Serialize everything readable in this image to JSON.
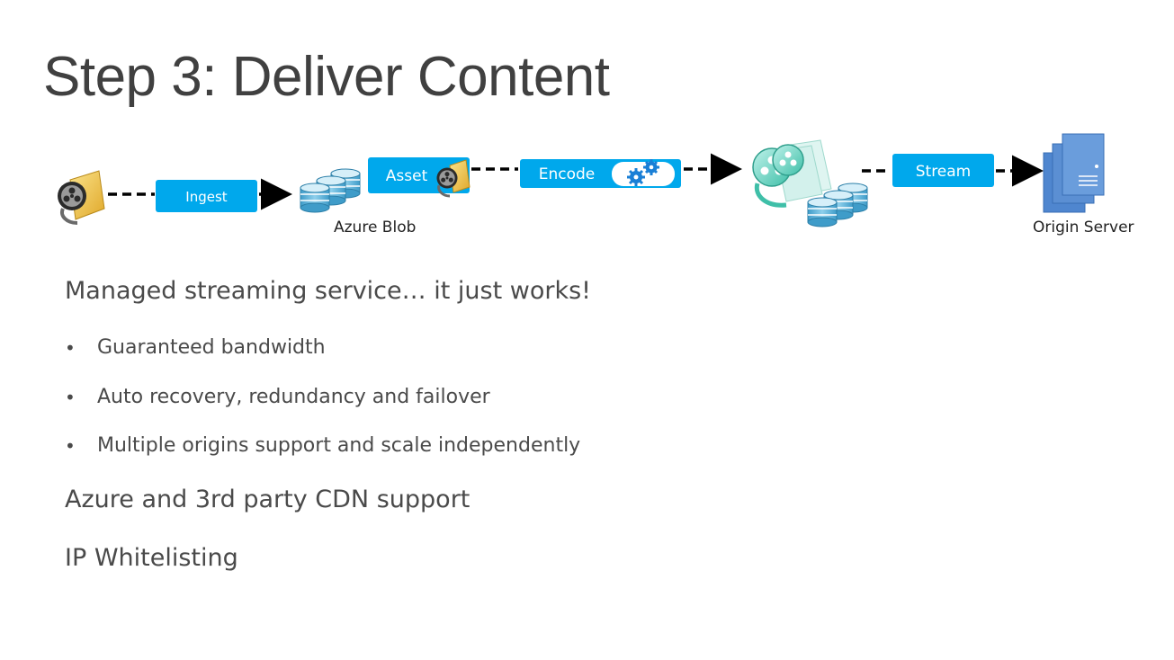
{
  "slide": {
    "title": "Step 3: Deliver Content"
  },
  "pipeline": {
    "steps": {
      "ingest": "Ingest",
      "asset": "Asset",
      "encode": "Encode",
      "stream": "Stream"
    },
    "labels": {
      "azure_blob": "Azure Blob",
      "origin_server": "Origin Server"
    },
    "colors": {
      "pill": "#00a8ec",
      "arrow": "#000000",
      "database": "#5ab2d8",
      "server": "#5b8fd3",
      "folder": "#f2c94c"
    }
  },
  "content": {
    "heading1": "Managed streaming service… it just works!",
    "bullets": [
      "Guaranteed bandwidth",
      "Auto recovery, redundancy and failover",
      "Multiple origins support and scale independently"
    ],
    "heading2": "Azure and 3rd party CDN support",
    "heading3": "IP Whitelisting"
  }
}
